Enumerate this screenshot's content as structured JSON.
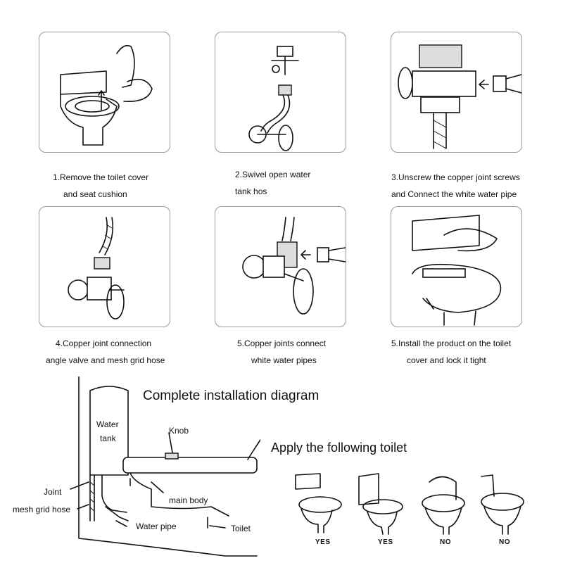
{
  "steps": [
    {
      "line1": "1.Remove the toilet cover",
      "line2": "and seat cushion"
    },
    {
      "line1": "2.Swivel open water",
      "line2": "tank hos"
    },
    {
      "line1": "3.Unscrew the copper joint screws",
      "line2": "and Connect the white water pipe"
    },
    {
      "line1": "4.Copper joint connection",
      "line2": "angle valve and mesh grid hose"
    },
    {
      "line1": "5.Copper joints connect",
      "line2": "white water pipes"
    },
    {
      "line1": "5.Install the product on the toilet",
      "line2": "cover and lock it tight"
    }
  ],
  "diagram": {
    "title": "Complete installation diagram",
    "labels": {
      "water_tank_1": "Water",
      "water_tank_2": "tank",
      "knob": "Knob",
      "joint": "Joint",
      "mesh_hose": "mesh grid hose",
      "main_body": "main body",
      "water_pipe": "Water pipe",
      "toilet": "Toilet"
    }
  },
  "compatibility": {
    "title": "Apply the following toilet",
    "items": [
      {
        "verdict": "YES"
      },
      {
        "verdict": "YES"
      },
      {
        "verdict": "NO"
      },
      {
        "verdict": "NO"
      }
    ]
  }
}
